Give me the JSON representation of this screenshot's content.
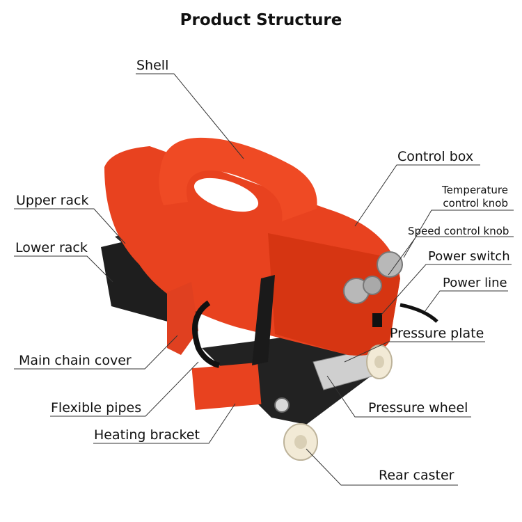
{
  "title": "Product Structure",
  "labels": {
    "shell": "Shell",
    "control_box": "Control box",
    "temperature_knob_line1": "Temperature",
    "temperature_knob_line2": "control knob",
    "speed_knob": "Speed control knob",
    "power_switch": "Power switch",
    "power_line": "Power line",
    "pressure_plate": "Pressure plate",
    "pressure_wheel": "Pressure wheel",
    "rear_caster": "Rear caster",
    "upper_rack": "Upper rack",
    "lower_rack": "Lower rack",
    "main_chain_cover": "Main chain cover",
    "flexible_pipes": "Flexible pipes",
    "heating_bracket": "Heating bracket"
  },
  "colors": {
    "shell": "#e8421f",
    "shell_dark": "#b82a10",
    "rack": "#1f1f1f",
    "wheel": "#f2ead6",
    "knob": "#b8b8b8",
    "leader": "#333333"
  }
}
